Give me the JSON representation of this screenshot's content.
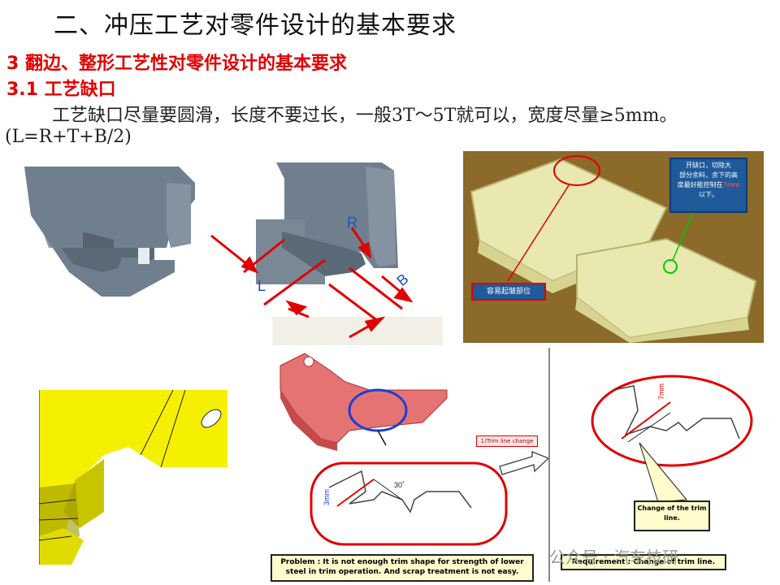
{
  "title": "二、冲压工艺对零件设计的基本要求",
  "section": "3 翻边、整形工艺性对零件设计的基本要求",
  "subsection": "3.1 工艺缺口",
  "paragraph_line1": "工艺缺口尽量要圆滑，长度不要过长，一般3T～5T就可以，宽度尽量≥5mm。",
  "paragraph_line2": "(L=R+T+B/2)",
  "diagram_labels": {
    "r": "R",
    "l": "L",
    "b": "B"
  },
  "cad_callout": "开缺口，切除大部分余料，余下的高度最好能控制在7mm以下。",
  "cad_callout_lines": [
    "开缺口，切除大",
    "部分余料，余下的高",
    "度最好能控制在",
    "7mm",
    "以下。"
  ],
  "cad_label": "容易起皱部位",
  "trim_change_label": "1)Trim line change",
  "dim_3mm": "3mm",
  "dim_30deg": "30˚",
  "dim_7mm": "7mm",
  "change_callout": "Change of the trim line.",
  "problem_text": "Problem : It is not enough trim shape for strength of lower steel in trim operation. And scrap treatment is not easy.",
  "requirement_text": "Requirement : Change of trim line.",
  "watermark": "公众号 · 汽车技研",
  "colors": {
    "red": "#e00000",
    "cad_bg": "#8b6a2a",
    "part_fill": "#e8e8b0",
    "steel": "#6f7f8e",
    "yellow": "#f5f000",
    "pink": "#e57373"
  }
}
